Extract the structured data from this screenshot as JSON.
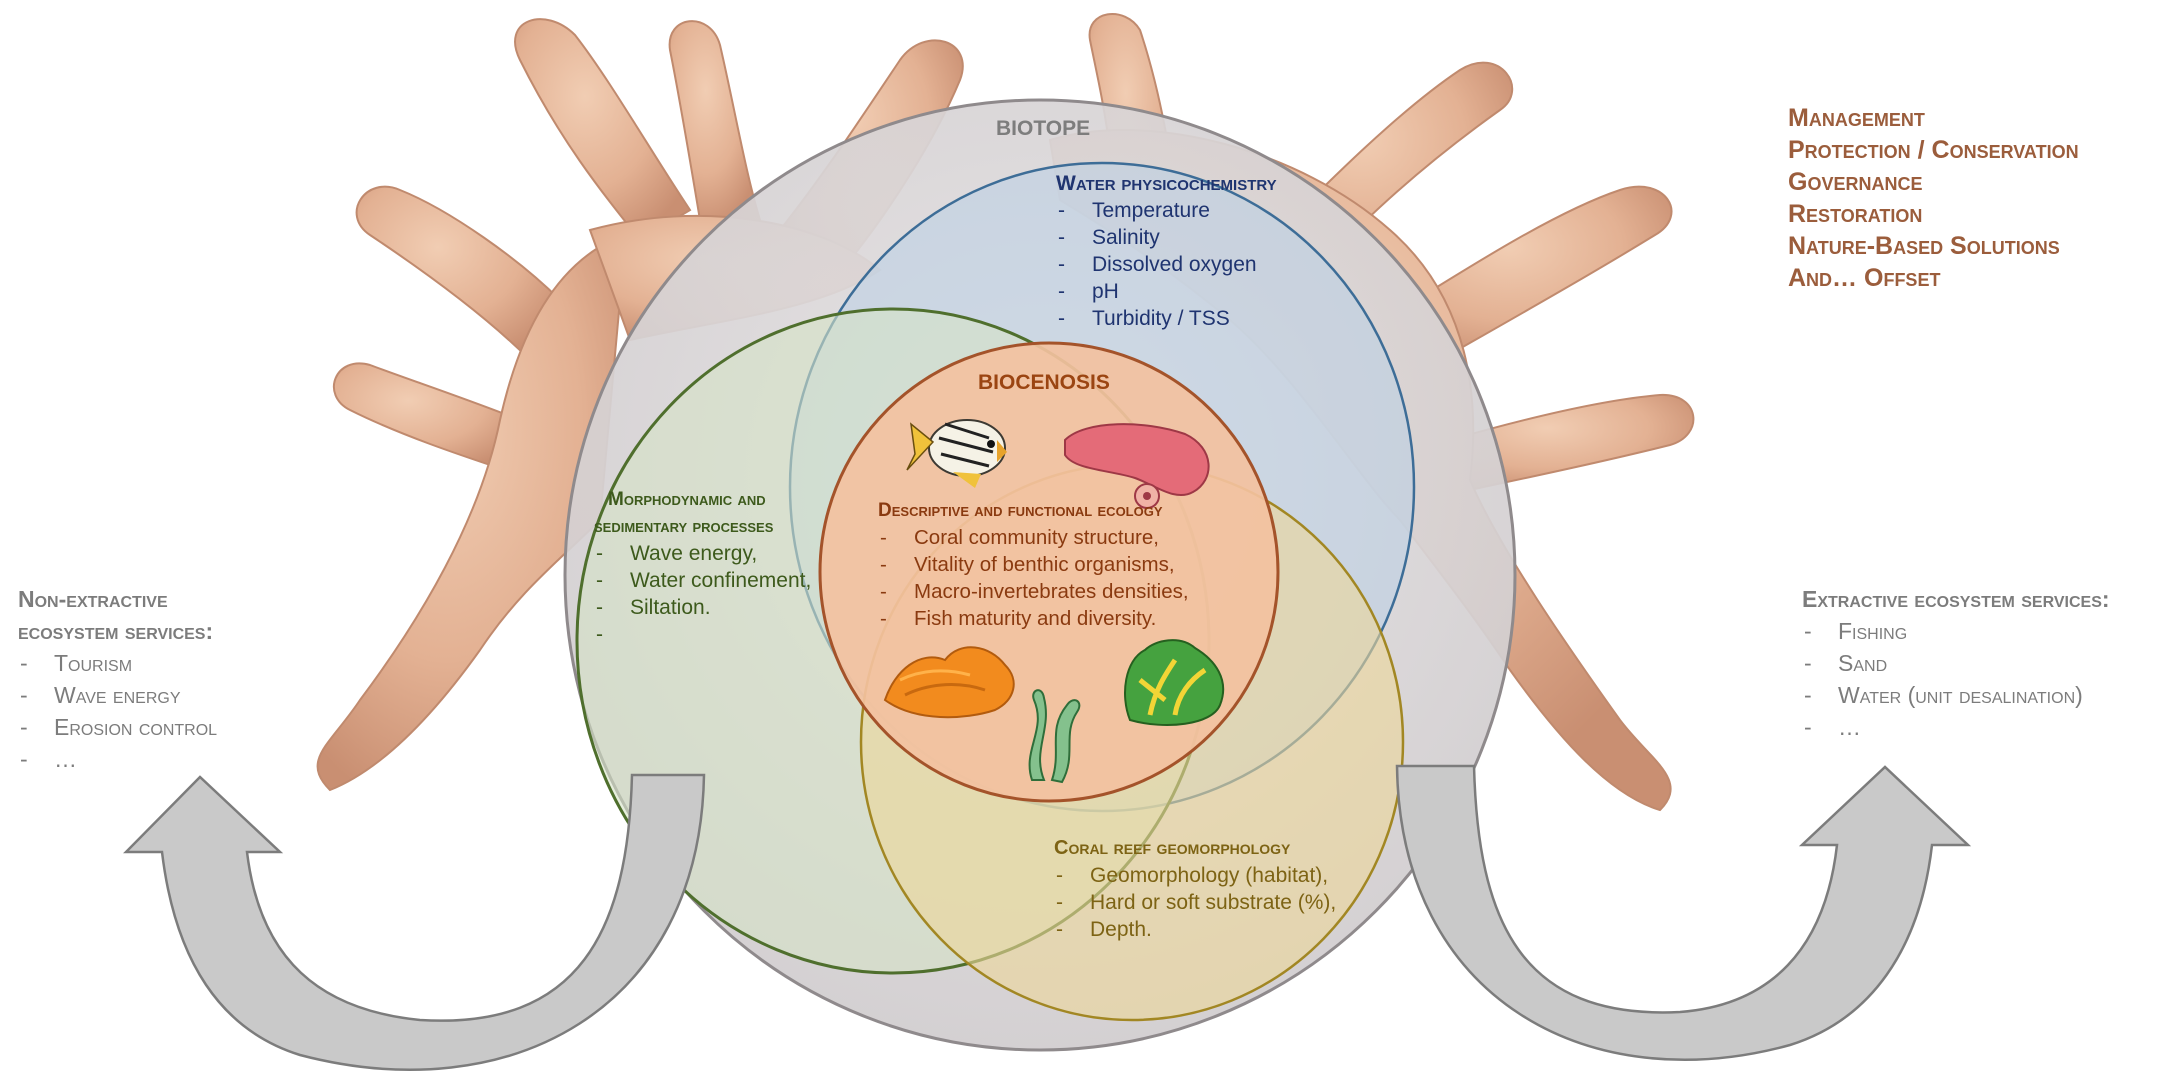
{
  "biotope_label": "BIOTOPE",
  "water": {
    "title": "Water physicochemistry",
    "items": [
      "Temperature",
      "Salinity",
      "Dissolved oxygen",
      "pH",
      "Turbidity / TSS"
    ]
  },
  "morpho": {
    "title_line1": "Morphodynamic and",
    "title_line2": "sedimentary processes",
    "items": [
      "Wave energy,",
      "Water confinement,",
      "Siltation.",
      ""
    ]
  },
  "biocenosis_label": "BIOCENOSIS",
  "descr": {
    "title": "Descriptive and functional ecology",
    "items": [
      "Coral community structure,",
      "Vitality of benthic organisms,",
      "Macro-invertebrates densities,",
      "Fish maturity and diversity."
    ]
  },
  "coral": {
    "title": "Coral reef geomorphology",
    "items": [
      "Geomorphology (habitat),",
      "Hard or soft substrate (%),",
      "Depth."
    ]
  },
  "left_services": {
    "title_line1": "Non-extractive",
    "title_line2": "ecosystem services:",
    "items": [
      "Tourism",
      "Wave energy",
      "Erosion control",
      "…"
    ]
  },
  "right_services": {
    "title": "Extractive ecosystem services:",
    "items": [
      "Fishing",
      "Sand",
      "Water (unit desalination)",
      "…"
    ]
  },
  "management": [
    "Management",
    "Protection / Conservation",
    "Governance",
    "Restoration",
    "Nature-Based Solutions",
    "And… Offset"
  ],
  "colors": {
    "biotope_fill": "#e2dfe0",
    "water_circle": "#b9d0e6",
    "morpho_circle": "#d5e3c6",
    "coral_circle": "#ecd79a",
    "biocenosis_fill": "#f3c1a0",
    "management_text": "#9b5d3c",
    "services_text": "#7c7c7c",
    "hand_skin": "#e7b99c"
  }
}
